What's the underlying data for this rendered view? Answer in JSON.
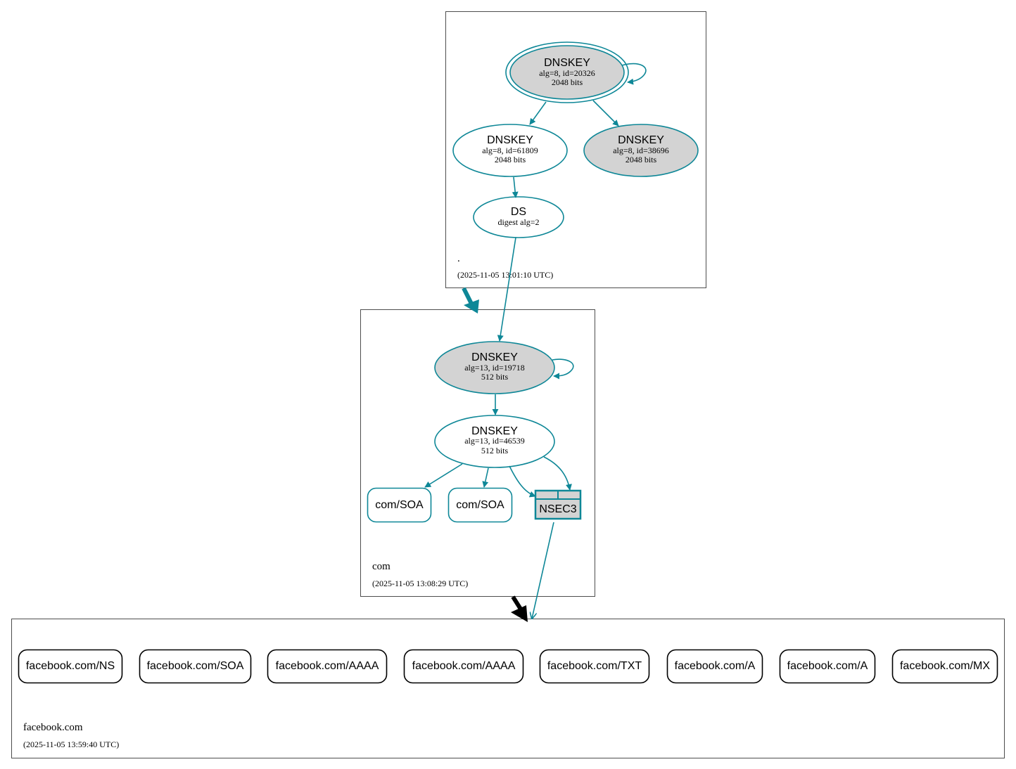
{
  "colors": {
    "edge": "#0e8797",
    "node_fill_grey": "#d3d3d3",
    "zone_border": "#4d4d4d",
    "delegation_arrow_black": "#000000",
    "background": "#ffffff"
  },
  "zones": {
    "root": {
      "name": ".",
      "timestamp": "(2025-11-05 13:01:10 UTC)"
    },
    "com": {
      "name": "com",
      "timestamp": "(2025-11-05 13:08:29 UTC)"
    },
    "facebook": {
      "name": "facebook.com",
      "timestamp": "(2025-11-05 13:59:40 UTC)"
    }
  },
  "nodes": {
    "root_ksk": {
      "type": "DNSKEY",
      "line1": "alg=8, id=20326",
      "line2": "2048 bits",
      "style": "trust-anchor"
    },
    "root_zsk": {
      "type": "DNSKEY",
      "line1": "alg=8, id=61809",
      "line2": "2048 bits"
    },
    "root_ksk2": {
      "type": "DNSKEY",
      "line1": "alg=8, id=38696",
      "line2": "2048 bits",
      "style": "sep"
    },
    "root_ds": {
      "type": "DS",
      "line1": "digest alg=2"
    },
    "com_ksk": {
      "type": "DNSKEY",
      "line1": "alg=13, id=19718",
      "line2": "512 bits",
      "style": "sep"
    },
    "com_zsk": {
      "type": "DNSKEY",
      "line1": "alg=13, id=46539",
      "line2": "512 bits"
    },
    "com_soa1": {
      "label": "com/SOA"
    },
    "com_soa2": {
      "label": "com/SOA"
    },
    "com_nsec3": {
      "label": "NSEC3"
    }
  },
  "facebook_records": [
    "facebook.com/NS",
    "facebook.com/SOA",
    "facebook.com/AAAA",
    "facebook.com/AAAA",
    "facebook.com/TXT",
    "facebook.com/A",
    "facebook.com/A",
    "facebook.com/MX"
  ]
}
